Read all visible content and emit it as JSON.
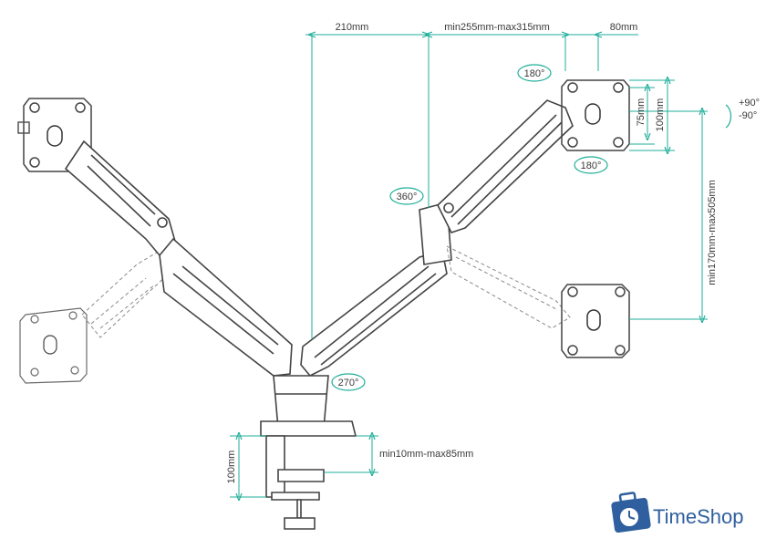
{
  "dimensions": {
    "offset_top_left": "210mm",
    "arm_extension": "min255mm-max315mm",
    "plate_offset": "80mm",
    "vesa_small": "75mm",
    "vesa_large": "100mm",
    "height_range": "min170mm-max505mm",
    "clamp_height": "100mm",
    "desk_thickness": "min10mm-max85mm"
  },
  "rotations": {
    "tilt_top": "180°",
    "tilt_bottom": "180°",
    "swivel_arm": "360°",
    "base_rotation": "270°",
    "pivot_plus": "+90°",
    "pivot_minus": "-90°"
  },
  "colors": {
    "dimension_line": "#1fae9a",
    "outline": "#555555",
    "brand": "#2f5f9e"
  },
  "brand": {
    "name": "TimeShop",
    "icon": "suitcase-clock-icon"
  }
}
